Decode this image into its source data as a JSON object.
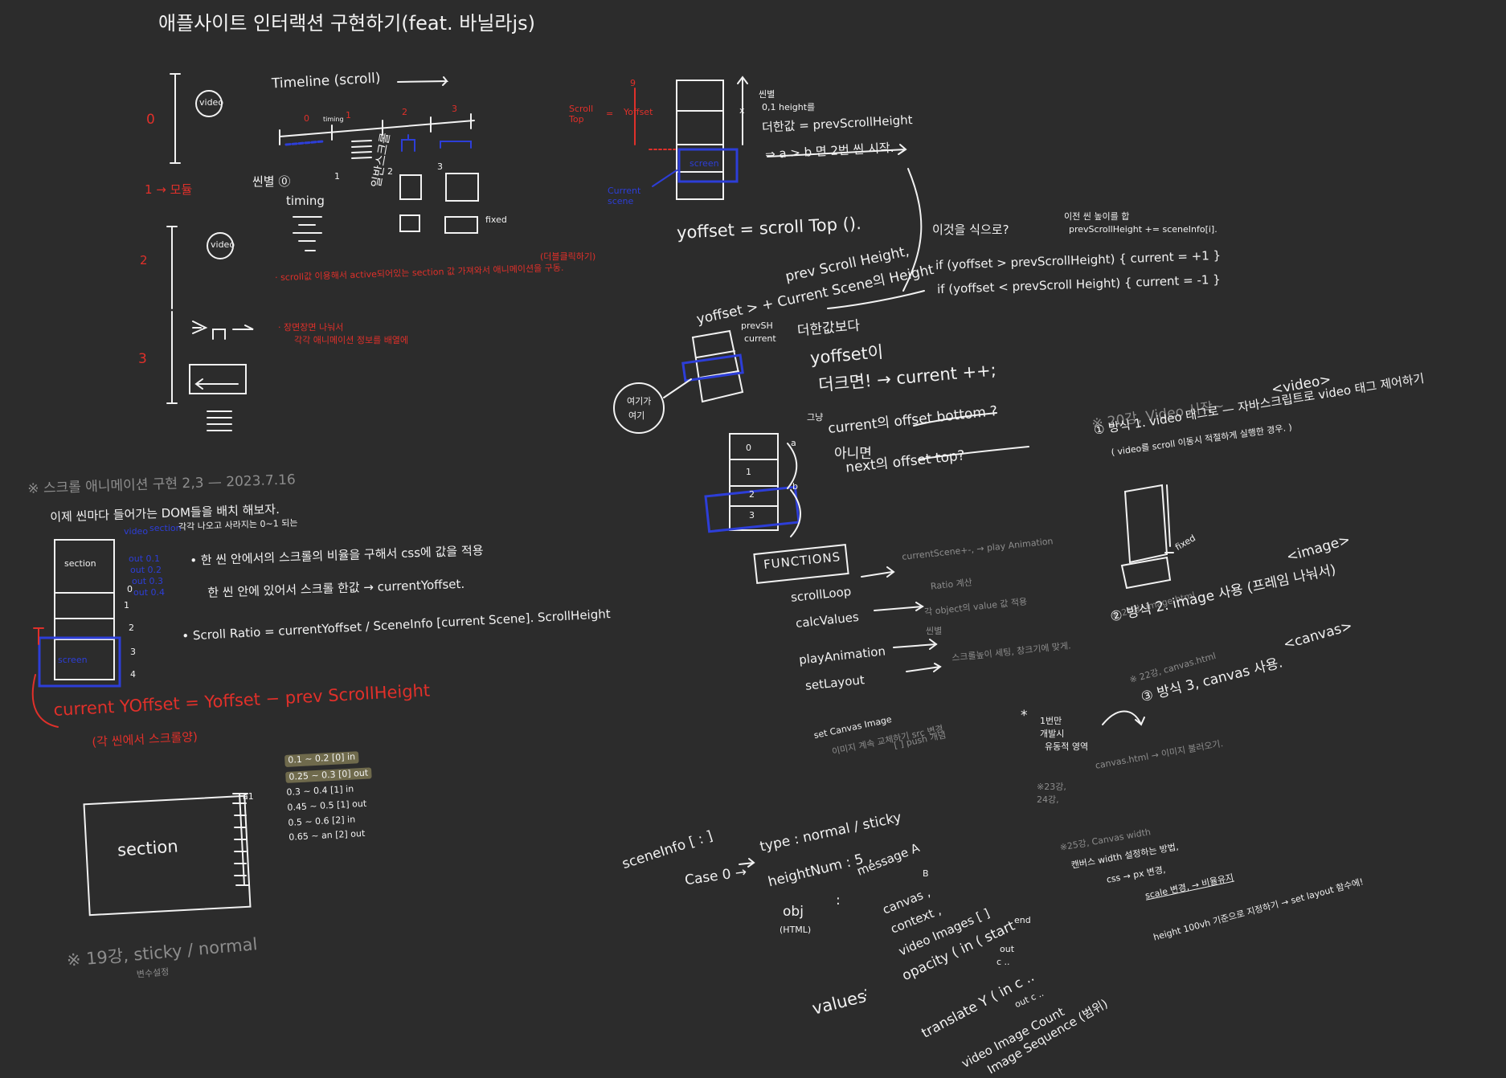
{
  "title": "애플사이트 인터랙션 구현하기(feat. 바닐라js)",
  "colors": {
    "background": "#2c2c2c",
    "ink": "#f2f2f2",
    "red": "#e0302a",
    "blue": "#2d3ed8",
    "gray": "#8d8d8d",
    "highlight": "#6f6a4c"
  },
  "timeline": {
    "title": "Timeline (scroll)",
    "ticks": [
      "0",
      "1",
      "2",
      "3"
    ],
    "small_label": "timing",
    "scene_numbers": [
      "0",
      "1",
      "2",
      "3"
    ],
    "note_scene": "씬별 ⓪",
    "note_timing": "timing",
    "note_general": "일반스크롤",
    "fixed_label": "fixed",
    "red_note_top": "(더블클릭하기)",
    "red_note_1": "· scroll값 이용해서 active되어있는 section 값 가져와서 애니메이션을 구동.",
    "red_note_2": "· 장면장면 나눠서",
    "red_note_3": "각각 애니메이션 정보를 배열에"
  },
  "left_column": {
    "labels": [
      "0",
      "1 → 모듈",
      "2",
      "3"
    ],
    "video_label": "video",
    "video_label_2": "video"
  },
  "scene_stack": {
    "num": "9",
    "scroll_top": "Scroll Top",
    "eq": "=",
    "yoffset": "Yoffset",
    "screen": "screen",
    "current_scene": "Current scene",
    "note_1": "씬별",
    "note_2": "0,1 height를",
    "note_3": "더한값 = prevScrollHeight",
    "note_4": "⇒ a > b 면 2번 씬 시작.",
    "formula": "yoffset = scroll Top ().",
    "x_mark": "x"
  },
  "compare": {
    "question": "이것을 식으로?",
    "top_note_1": "이전 씬 높이를 합",
    "top_note_2": "prevScrollHeight += sceneInfo[i].",
    "if_1": "if (yoffset > prevScrollHeight) { current = +1 }",
    "if_2": "if (yoffset < prevScroll Height) { current = -1 }",
    "prev_scroll": "prev Scroll Height,",
    "yoffset_gt": "yoffset > + Current Scene의 Height",
    "stack_prev": "prevSH",
    "stack_current": "current",
    "add_1": "더한값보다",
    "add_2": "yoffset이",
    "add_3": "더크면! → current ++;",
    "circle_1": "여기가",
    "circle_2": "여기",
    "geudae": "그냥",
    "current_offset": "current의 offset bottom ?",
    "aniyeon": "아니면",
    "next_offset": "next의 offset top?",
    "stack_nums": [
      "0",
      "1",
      "2",
      "3"
    ],
    "a": "a",
    "b": "b"
  },
  "functions": {
    "title": "FUNCTIONS",
    "items": [
      {
        "name": "scrollLoop",
        "note": "currentScene+-, → play Animation"
      },
      {
        "name": "calcValues",
        "note": "Ratio 계산"
      },
      {
        "name": "playAnimation",
        "note": "각 object의 value 값 적용"
      },
      {
        "name": "setLayout",
        "note": "스크롤높이 세팅, 창크기에 맞게."
      },
      {
        "name": "set Canvas Image",
        "note": "이미지 계속 교체하기 src 변경"
      }
    ],
    "play_note_2": "씬별",
    "canvas_note_2": "[ ] push 개념"
  },
  "videos": {
    "lesson20": "※ 20강, Video 시작~",
    "video_tag": "<video>",
    "method1": "① 방식 1. video 태그로 — 자바스크립트로 video 태그 제어하기",
    "method1_note": "( video를 scroll 이동시 적절하게 실행한 경우. )",
    "fixed": "fixed",
    "lesson21": "※ 21강, image.html",
    "image_tag": "<image>",
    "method2": "② 방식 2. image 사용 (프레임 나눠서)",
    "lesson22": "※ 22강, canvas.html",
    "canvas_tag": "<canvas>",
    "method3": "③ 방식 3, canvas 사용.",
    "star": "*",
    "left_note_1": "1번만",
    "left_note_2": "개발시",
    "left_note_3": "유동적 영역",
    "lesson23": "※23강,",
    "lesson23_b": "24강,",
    "lesson23_text": "canvas.html → 이미지 불러오기.",
    "lesson25": "※25강, Canvas width",
    "lesson25_b": "캔버스 width 설정하는 방법,",
    "lesson25_c": "css → px 변경,",
    "lesson25_d": "scale 변경, → 비율유지",
    "lesson25_e": "height 100vh 기준으로 지정하기 → set layout 함수에!"
  },
  "lower_left": {
    "heading": "※ 스크롤 애니메이션 구현 2,3 — 2023.7.16",
    "sub": "이제 씬마다 들어가는 DOM들을 배치 해보자.",
    "section": "section",
    "screen": "screen",
    "blue_notes": [
      "video",
      "section",
      "out 0.1",
      "out 0.2",
      "out 0.3",
      "out 0.4"
    ],
    "ticks": [
      "0",
      "1",
      "2",
      "3",
      "4"
    ],
    "bullet_top": "각각 나오고 사라지는 0~1 되는",
    "bullet_1": "• 한 씬 안에서의 스크롤의 비율을 구해서 css에 값을 적용",
    "bullet_1b": "한 씬 안에 있어서 스크롤 한값 → currentYoffset.",
    "bullet_2": "• Scroll Ratio = currentYoffset / SceneInfo [current Scene]. ScrollHeight",
    "red_formula": "current YOffset = Yoffset − prev ScrollHeight",
    "red_formula_note": "(각 씬에서 스크롤양)",
    "section2": "section",
    "a1": "a1",
    "ranges": [
      {
        "text": "0.1 ~ 0.2   [0] in",
        "hl": true
      },
      {
        "text": "0.25 ~ 0.3  [0] out",
        "hl": true
      },
      {
        "text": "0.3 ~ 0.4  [1] in",
        "hl": false
      },
      {
        "text": "0.45 ~ 0.5  [1] out",
        "hl": false
      },
      {
        "text": "0.5 ~ 0.6  [2] in",
        "hl": false
      },
      {
        "text": "0.65 ~ an  [2] out",
        "hl": false
      }
    ],
    "lesson19": "※ 19강, sticky / normal",
    "lesson19_b": "변수설정"
  },
  "scene_info": {
    "title": "sceneInfo [ : ]",
    "case0": "Case 0 →",
    "type": "type : normal / sticky",
    "height": "heightNum : 5 ,",
    "obj": "obj",
    "html": "(HTML)",
    "colon": ":",
    "message": "message A",
    "message_b": "B",
    "canvas": "canvas ,",
    "context": "context ,",
    "video_images": "video Images [ ]",
    "values": "values",
    "opacity": "opacity ( in ( start",
    "opacity_end": "end",
    "opacity_out": "out",
    "opacity_c": "c ..",
    "translate": "translate Y ( in c ..",
    "translate_out": "out c ..",
    "video_count": "video Image Count",
    "img_seq": "Image Sequence (범위)"
  }
}
